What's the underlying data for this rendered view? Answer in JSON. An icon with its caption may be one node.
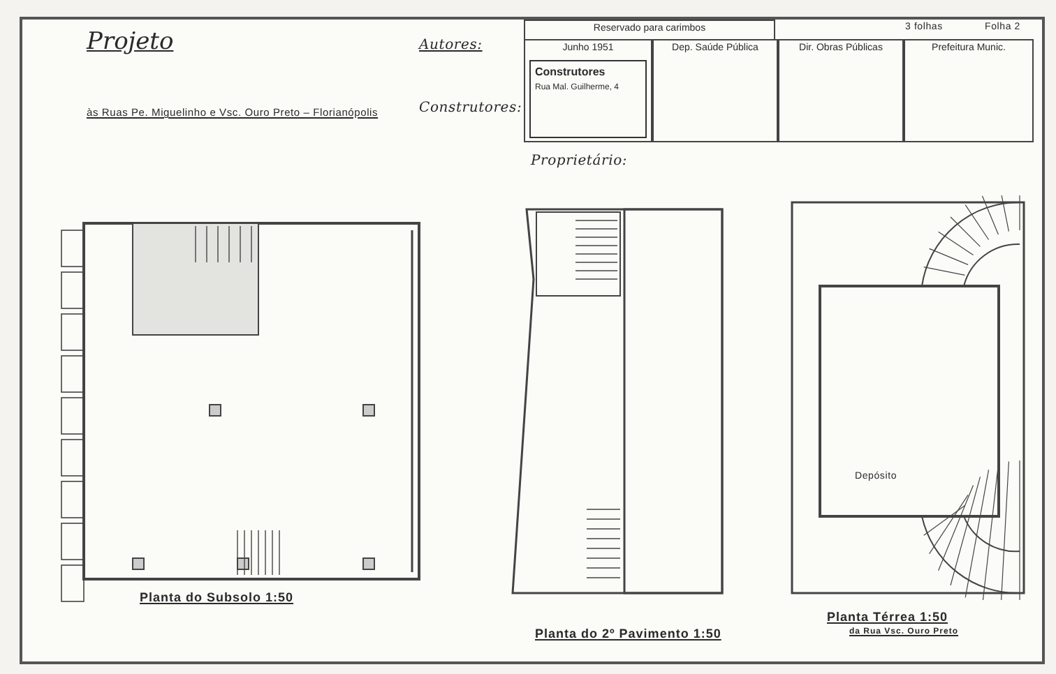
{
  "diagram": {
    "title": "Projeto",
    "nodes": [
      {
        "text": [
          "Reservado para carimbos"
        ]
      },
      {
        "text": [
          "Junho 1951"
        ]
      },
      {
        "text": [
          "Dep. Saúde Pública"
        ]
      },
      {
        "text": [
          "Dir. Obras Públicas"
        ]
      },
      {
        "text": [
          "Prefeitura Munic."
        ]
      },
      {
        "text": [
          "Construtores",
          "Rua Mal. Guilherme, 4"
        ],
        "in": 1
      },
      {
        "text": [],
        "shape": "picture",
        "beside": [
          "Planta do Subsolo 1:50"
        ]
      },
      {
        "text": [],
        "shape": "picture",
        "beside": [
          "Planta do 2º Pavimento 1:50"
        ]
      },
      {
        "text": [],
        "shape": "picture",
        "beside": [
          "Planta Térrea 1:50",
          "da Rua Vsc. Ouro Preto"
        ]
      }
    ],
    "labels": [
      "às Ruas Pe. Miguelinho e Vsc. Ouro Preto – Florianópolis",
      "Autores:",
      "Construtores:",
      "3 folhas",
      "Folha 2",
      "Proprietário:",
      "Depósito"
    ]
  }
}
